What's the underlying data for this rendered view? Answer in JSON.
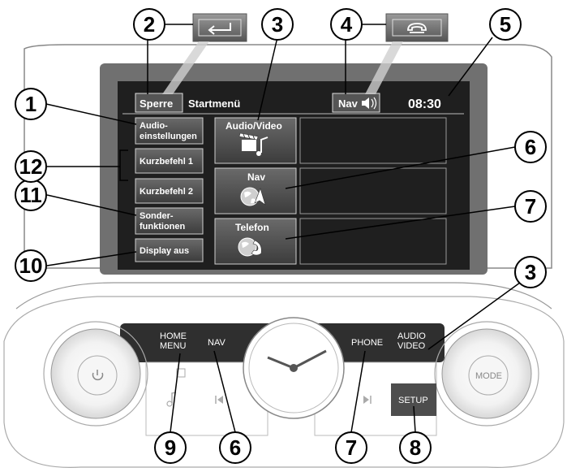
{
  "screen": {
    "lock_label": "Sperre",
    "title": "Startmenü",
    "nav_audio_label": "Nav",
    "clock": "08:30"
  },
  "sidebar": [
    {
      "line1": "Audio-",
      "line2": "einstellungen"
    },
    {
      "line1": "Kurzbefehl 1",
      "line2": ""
    },
    {
      "line1": "Kurzbefehl 2",
      "line2": ""
    },
    {
      "line1": "Sonder-",
      "line2": "funktionen"
    },
    {
      "line1": "Display aus",
      "line2": ""
    }
  ],
  "tiles": [
    {
      "label": "Audio/Video",
      "icon": "clapperboard-music-icon"
    },
    {
      "label": "Nav",
      "icon": "globe-navigation-icon"
    },
    {
      "label": "Telefon",
      "icon": "globe-phone-icon"
    }
  ],
  "console": {
    "home_menu": [
      "HOME",
      "MENU"
    ],
    "nav": "NAV",
    "phone": "PHONE",
    "audio_video": [
      "AUDIO",
      "VIDEO"
    ],
    "setup": "SETUP",
    "mode": "MODE"
  },
  "callouts": [
    "1",
    "2",
    "3",
    "4",
    "5",
    "6",
    "7",
    "8",
    "9",
    "10",
    "11",
    "12",
    "3",
    "6",
    "7"
  ],
  "colors": {
    "screen_bg": "#1f1f1f",
    "button_bg": "#4a4a4a",
    "button_border": "#cfcfcf",
    "console_button": "#3a3a3a",
    "setup_button": "#4d4d4d"
  }
}
